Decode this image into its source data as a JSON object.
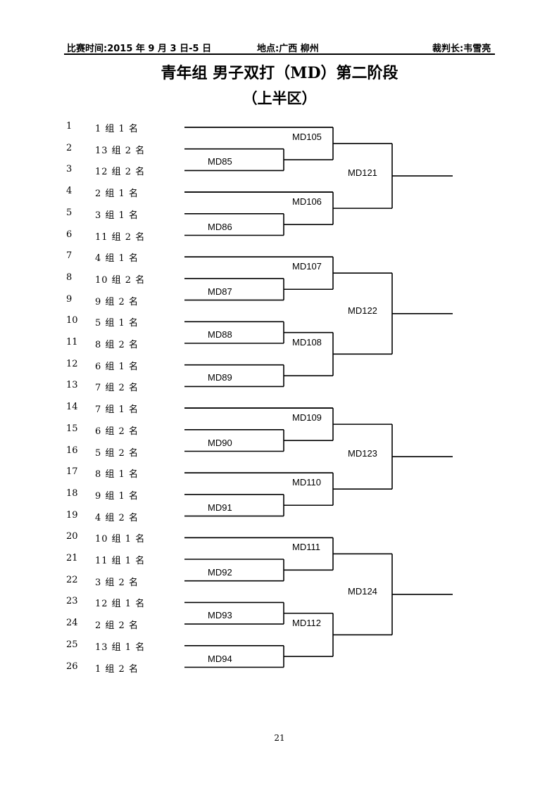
{
  "header": {
    "time": "比赛时间:2015 年 9 月 3 日-5 日",
    "location": "地点:广西 柳州",
    "referee": "裁判长:韦雪亮"
  },
  "title": "青年组 男子双打（MD）第二阶段",
  "subtitle": "（上半区）",
  "entries": [
    {
      "no": "1",
      "name": "1 组 1 名"
    },
    {
      "no": "2",
      "name": "13 组 2 名"
    },
    {
      "no": "3",
      "name": "12 组 2 名"
    },
    {
      "no": "4",
      "name": "2 组 1 名"
    },
    {
      "no": "5",
      "name": "3 组 1 名"
    },
    {
      "no": "6",
      "name": "11 组 2 名"
    },
    {
      "no": "7",
      "name": "4 组 1 名"
    },
    {
      "no": "8",
      "name": "10 组 2 名"
    },
    {
      "no": "9",
      "name": "9 组 2 名"
    },
    {
      "no": "10",
      "name": "5 组 1 名"
    },
    {
      "no": "11",
      "name": "8 组 2 名"
    },
    {
      "no": "12",
      "name": "6 组 1 名"
    },
    {
      "no": "13",
      "name": "7 组 2 名"
    },
    {
      "no": "14",
      "name": "7 组 1 名"
    },
    {
      "no": "15",
      "name": "6 组 2 名"
    },
    {
      "no": "16",
      "name": "5 组 2 名"
    },
    {
      "no": "17",
      "name": "8 组 1 名"
    },
    {
      "no": "18",
      "name": "9 组 1 名"
    },
    {
      "no": "19",
      "name": "4 组 2 名"
    },
    {
      "no": "20",
      "name": "10 组 1 名"
    },
    {
      "no": "21",
      "name": "11 组 1 名"
    },
    {
      "no": "22",
      "name": "3 组 2 名"
    },
    {
      "no": "23",
      "name": "12 组 1 名"
    },
    {
      "no": "24",
      "name": "2 组 2 名"
    },
    {
      "no": "25",
      "name": "13 组 1 名"
    },
    {
      "no": "26",
      "name": "1 组 2 名"
    }
  ],
  "matches": {
    "r1": [
      "MD85",
      "MD86",
      "MD87",
      "MD88",
      "MD89",
      "MD90",
      "MD91",
      "MD92",
      "MD93",
      "MD94"
    ],
    "r2": [
      "MD105",
      "MD106",
      "MD107",
      "MD108",
      "MD109",
      "MD110",
      "MD111",
      "MD112"
    ],
    "r3": [
      "MD121",
      "MD122",
      "MD123",
      "MD124"
    ]
  },
  "page_number": "21"
}
